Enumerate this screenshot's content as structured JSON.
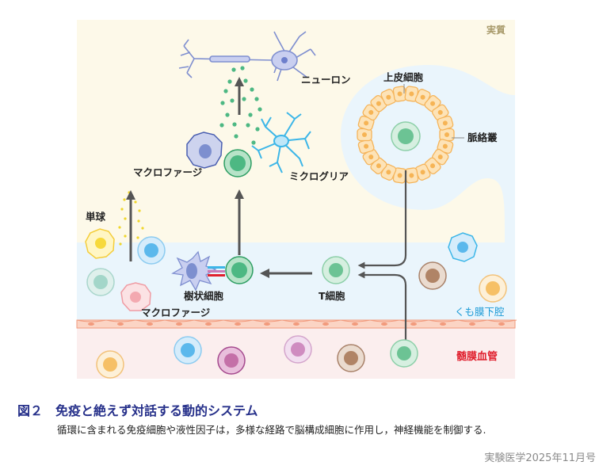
{
  "diagram": {
    "region_labels": {
      "parenchyma": "実質",
      "subarachnoid": "くも膜下腔",
      "meningeal_vessel": "髄膜血管"
    },
    "cell_labels": {
      "neuron": "ニューロン",
      "epithelial": "上皮細胞",
      "choroid_plexus": "脈絡叢",
      "macrophage_parenchyma": "マクロファージ",
      "microglia": "ミクログリア",
      "monocyte": "単球",
      "dendritic": "樹状細胞",
      "t_cell": "T細胞",
      "macrophage_meninges": "マクロファージ"
    },
    "colors": {
      "parenchyma": "#fdf9e9",
      "subarachnoid": "#eaf5fc",
      "vessel": "#fbeeee",
      "membrane": "#f7b9a0",
      "title": "#26308a",
      "subarachnoid_label": "#1a9ad6",
      "vessel_label": "#e0202e",
      "parenchyma_label": "#a89a6a"
    }
  },
  "caption": {
    "title": "図２　免疫と絶えず対話する動的システム",
    "body": "循環に含まれる免疫細胞や液性因子は，多様な経路で脳構成細胞に作用し，神経機能を制御する."
  },
  "source": "実験医学2025年11月号"
}
